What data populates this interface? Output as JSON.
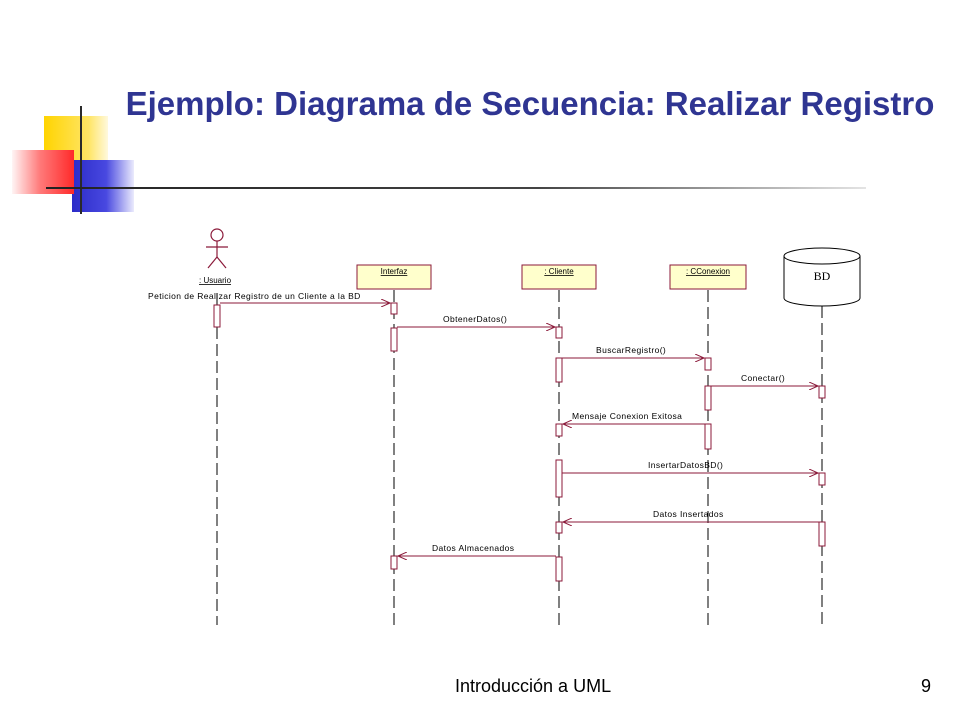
{
  "slide": {
    "title": "Ejemplo: Diagrama de Secuencia: Realizar Registro",
    "footer": "Introducción a UML",
    "page_number": "9",
    "title_color": "#2f3592"
  },
  "diagram": {
    "actor": {
      "label": ": Usuario"
    },
    "objects": [
      {
        "id": "interfaz",
        "label": "Interfaz"
      },
      {
        "id": "cliente",
        "label": ": Cliente"
      },
      {
        "id": "cconexion",
        "label": ": CConexion"
      }
    ],
    "database": {
      "label": "BD"
    },
    "messages": [
      {
        "label": "Peticion de Realizar Registro de un Cliente a la BD",
        "from": "usuario",
        "to": "interfaz"
      },
      {
        "label": "ObtenerDatos()",
        "from": "interfaz",
        "to": "cliente"
      },
      {
        "label": "BuscarRegistro()",
        "from": "cliente",
        "to": "cconexion"
      },
      {
        "label": "Conectar()",
        "from": "cconexion",
        "to": "bd"
      },
      {
        "label": "Mensaje Conexion Exitosa",
        "from": "cconexion",
        "to": "cliente"
      },
      {
        "label": "InsertarDatosBD()",
        "from": "cliente",
        "to": "bd"
      },
      {
        "label": "Datos Insertados",
        "from": "bd",
        "to": "cliente"
      },
      {
        "label": "Datos Almacenados",
        "from": "cliente",
        "to": "interfaz"
      }
    ],
    "line_color": "#8b1a3a",
    "box_fill": "#ffffcc"
  }
}
